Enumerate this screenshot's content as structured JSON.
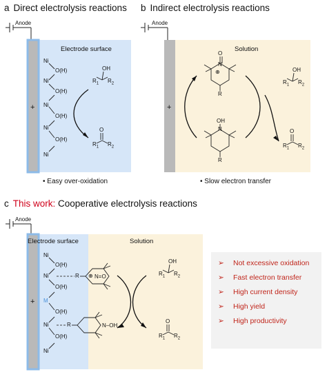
{
  "panel_a": {
    "letter": "a",
    "title": "Direct electrolysis reactions",
    "anode": "Anode",
    "plus": "+",
    "region": "Electrode surface",
    "bullet": "•  Easy over-oxidation"
  },
  "panel_b": {
    "letter": "b",
    "title": "Indirect electrolysis reactions",
    "anode": "Anode",
    "plus": "+",
    "region": "Solution",
    "bullet": "•  Slow electron transfer"
  },
  "panel_c": {
    "letter": "c",
    "highlight": "This work:",
    "title": "Cooperative electrolysis reactions",
    "anode": "Anode",
    "plus": "+",
    "region_left": "Electrode surface",
    "region_right": "Solution",
    "advantages": [
      "Not excessive oxidation",
      "Fast electron transfer",
      "High current density",
      "High yield",
      "High productivity"
    ]
  },
  "chem": {
    "ni": "Ni",
    "oh": "O(H)",
    "m": "M",
    "r": "R",
    "alcohol_oh": "OH",
    "ketone_o": "O",
    "r1": "R",
    "r2": "R",
    "sub1": "1",
    "sub2": "2",
    "nitroxyl": "N=O",
    "oxo": "O",
    "n_oh": "N–OH",
    "n": "N",
    "oplus": "⊕"
  },
  "colors": {
    "electrode_blue": "#d6e6f8",
    "solution_beige": "#fbf2dc",
    "electrode_grey": "#b9b9b9",
    "electrode_edge": "#8dbbe8",
    "highlight_red": "#d0021b",
    "advantage_red": "#c0251b",
    "advantage_bg": "#f2f2f2"
  }
}
